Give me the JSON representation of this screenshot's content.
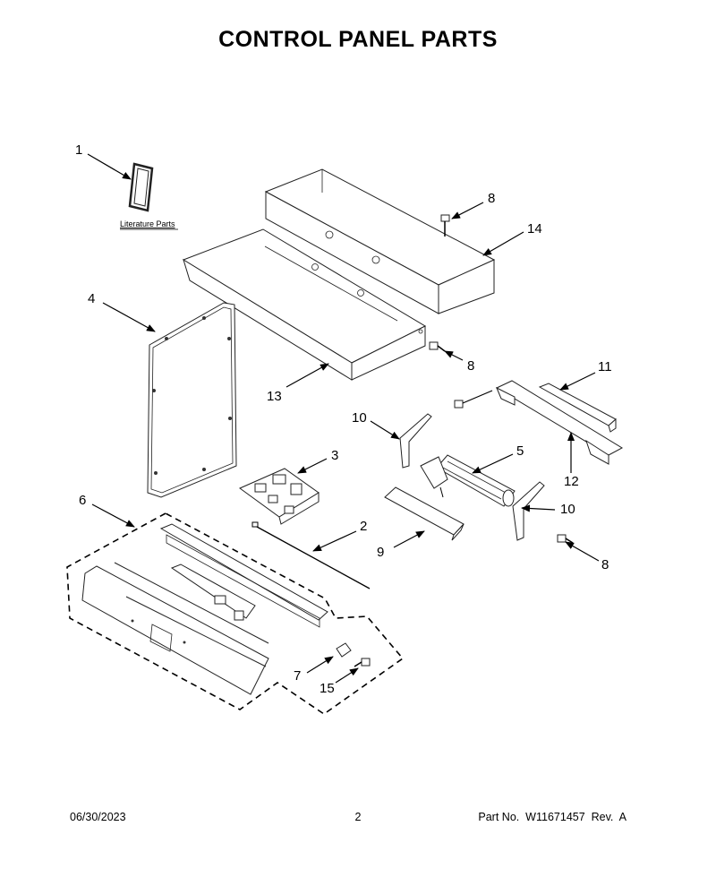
{
  "title": "CONTROL PANEL PARTS",
  "literature_label": "Literature Parts",
  "callouts": {
    "c1": "1",
    "c2": "2",
    "c3": "3",
    "c4": "4",
    "c5": "5",
    "c6": "6",
    "c7": "7",
    "c8a": "8",
    "c8b": "8",
    "c8c": "8",
    "c9": "9",
    "c10a": "10",
    "c10b": "10",
    "c11": "11",
    "c12": "12",
    "c13": "13",
    "c14": "14",
    "c15": "15"
  },
  "footer": {
    "date": "06/30/2023",
    "page": "2",
    "part": "Part No.  W11671457  Rev.  A"
  }
}
